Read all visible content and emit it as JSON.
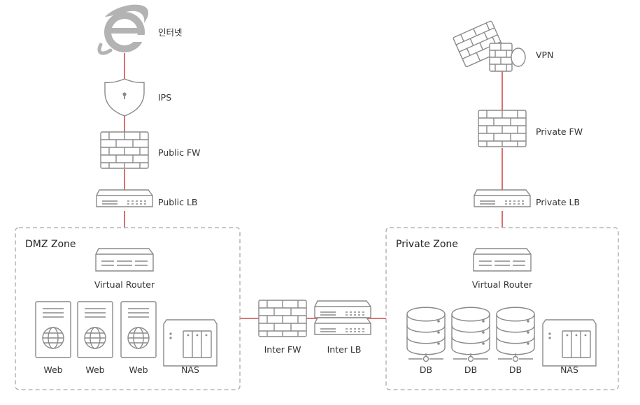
{
  "nodes": {
    "internet": {
      "label": "인터넷",
      "icon": "internet-explorer-icon"
    },
    "ips": {
      "label": "IPS",
      "icon": "shield-icon"
    },
    "public_fw": {
      "label": "Public FW",
      "icon": "firewall-icon"
    },
    "public_lb": {
      "label": "Public LB",
      "icon": "load-balancer-icon"
    },
    "vpn": {
      "label": "VPN",
      "icon": "vpn-firewall-icon"
    },
    "private_fw": {
      "label": "Private FW",
      "icon": "firewall-icon"
    },
    "private_lb": {
      "label": "Private LB",
      "icon": "load-balancer-icon"
    },
    "inter_fw": {
      "label": "Inter FW",
      "icon": "firewall-icon"
    },
    "inter_lb": {
      "label": "Inter LB",
      "icon": "load-balancer-icon"
    }
  },
  "dmz_zone": {
    "title": "DMZ Zone",
    "router_label": "Virtual Router",
    "servers": [
      {
        "label": "Web"
      },
      {
        "label": "Web"
      },
      {
        "label": "Web"
      }
    ],
    "nas_label": "NAS"
  },
  "private_zone": {
    "title": "Private Zone",
    "router_label": "Virtual Router",
    "databases": [
      {
        "label": "DB"
      },
      {
        "label": "DB"
      },
      {
        "label": "DB"
      }
    ],
    "nas_label": "NAS"
  },
  "colors": {
    "link": "#d24a4a",
    "icon_stroke": "#8a8a8a",
    "zone_border": "#a9a9a9"
  }
}
